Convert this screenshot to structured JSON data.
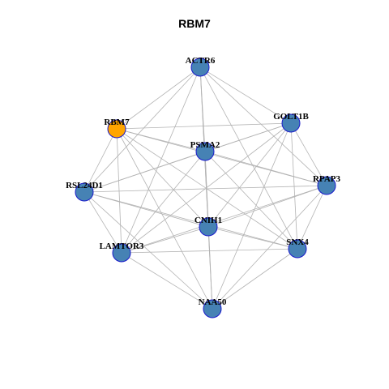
{
  "title": "RBM7",
  "colors": {
    "default_node": "#4682b4",
    "highlight_node": "#ffa500",
    "node_border": "#1a1acc",
    "edge": "#b3b3b3"
  },
  "graph": {
    "nodes": [
      {
        "id": "ACTR6",
        "highlight": false
      },
      {
        "id": "RBM7",
        "highlight": true
      },
      {
        "id": "GOLT1B",
        "highlight": false
      },
      {
        "id": "PSMA2",
        "highlight": false
      },
      {
        "id": "RPAP3",
        "highlight": false
      },
      {
        "id": "RSL24D1",
        "highlight": false
      },
      {
        "id": "CNIH1",
        "highlight": false
      },
      {
        "id": "LAMTOR3",
        "highlight": false
      },
      {
        "id": "SNX4",
        "highlight": false
      },
      {
        "id": "NAA50",
        "highlight": false
      }
    ],
    "edges": [
      [
        "ACTR6",
        "RBM7"
      ],
      [
        "ACTR6",
        "GOLT1B"
      ],
      [
        "ACTR6",
        "PSMA2"
      ],
      [
        "ACTR6",
        "RPAP3"
      ],
      [
        "ACTR6",
        "RSL24D1"
      ],
      [
        "ACTR6",
        "CNIH1"
      ],
      [
        "ACTR6",
        "LAMTOR3"
      ],
      [
        "ACTR6",
        "SNX4"
      ],
      [
        "ACTR6",
        "NAA50"
      ],
      [
        "RBM7",
        "GOLT1B"
      ],
      [
        "RBM7",
        "PSMA2"
      ],
      [
        "RBM7",
        "RPAP3"
      ],
      [
        "RBM7",
        "RSL24D1"
      ],
      [
        "RBM7",
        "CNIH1"
      ],
      [
        "RBM7",
        "LAMTOR3"
      ],
      [
        "RBM7",
        "SNX4"
      ],
      [
        "RBM7",
        "NAA50"
      ],
      [
        "GOLT1B",
        "PSMA2"
      ],
      [
        "GOLT1B",
        "RPAP3"
      ],
      [
        "GOLT1B",
        "RSL24D1"
      ],
      [
        "GOLT1B",
        "CNIH1"
      ],
      [
        "GOLT1B",
        "LAMTOR3"
      ],
      [
        "GOLT1B",
        "SNX4"
      ],
      [
        "GOLT1B",
        "NAA50"
      ],
      [
        "PSMA2",
        "RPAP3"
      ],
      [
        "PSMA2",
        "RSL24D1"
      ],
      [
        "PSMA2",
        "CNIH1"
      ],
      [
        "PSMA2",
        "LAMTOR3"
      ],
      [
        "PSMA2",
        "SNX4"
      ],
      [
        "PSMA2",
        "NAA50"
      ],
      [
        "RPAP3",
        "RSL24D1"
      ],
      [
        "RPAP3",
        "CNIH1"
      ],
      [
        "RPAP3",
        "LAMTOR3"
      ],
      [
        "RPAP3",
        "SNX4"
      ],
      [
        "RPAP3",
        "NAA50"
      ],
      [
        "RSL24D1",
        "CNIH1"
      ],
      [
        "RSL24D1",
        "LAMTOR3"
      ],
      [
        "RSL24D1",
        "SNX4"
      ],
      [
        "RSL24D1",
        "NAA50"
      ],
      [
        "CNIH1",
        "LAMTOR3"
      ],
      [
        "CNIH1",
        "SNX4"
      ],
      [
        "CNIH1",
        "NAA50"
      ],
      [
        "LAMTOR3",
        "SNX4"
      ],
      [
        "LAMTOR3",
        "NAA50"
      ],
      [
        "SNX4",
        "NAA50"
      ]
    ]
  }
}
